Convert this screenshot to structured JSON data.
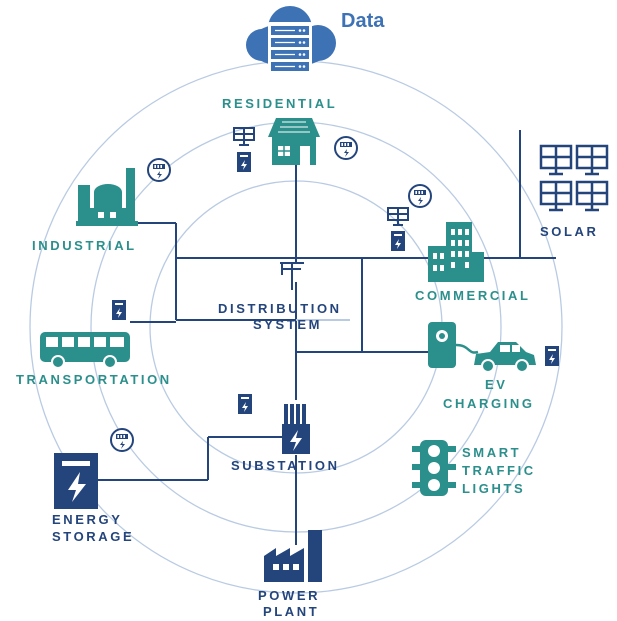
{
  "colors": {
    "teal": "#2b8f8c",
    "navy": "#24457c",
    "ring": "#b9cbe3",
    "line": "#24457c",
    "cloud": "#3d72b5"
  },
  "header": {
    "title": "Data"
  },
  "nodes": {
    "residential": "RESIDENTIAL",
    "industrial": "INDUSTRIAL",
    "commercial": "COMMERCIAL",
    "solar": "SOLAR",
    "distribution_line1": "DISTRIBUTION",
    "distribution_line2": "SYSTEM",
    "transportation": "TRANSPORTATION",
    "ev_line1": "EV",
    "ev_line2": "CHARGING",
    "substation": "SUBSTATION",
    "smart_line1": "SMART",
    "smart_line2": "TRAFFIC",
    "smart_line3": "LIGHTS",
    "energy_line1": "ENERGY",
    "energy_line2": "STORAGE",
    "power_line1": "POWER",
    "power_line2": "PLANT"
  },
  "icons": [
    "cloud-server-icon",
    "house-icon",
    "factory-icon",
    "building-icon",
    "solar-panel-icon",
    "bus-icon",
    "ev-charger-icon",
    "car-icon",
    "transformer-icon",
    "traffic-light-icon",
    "battery-icon",
    "power-plant-icon",
    "smart-meter-icon",
    "utility-pole-icon"
  ]
}
